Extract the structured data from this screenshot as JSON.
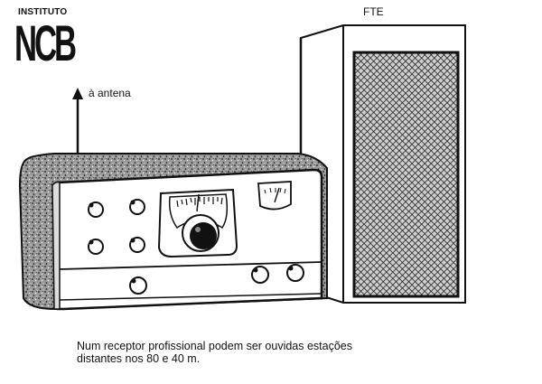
{
  "logo": {
    "top_text": "INSTITUTO",
    "main_text": "NCB"
  },
  "labels": {
    "speaker": "FTE",
    "antenna": "à antena"
  },
  "caption": {
    "line1": "Num receptor profissional podem ser ouvidas estações",
    "line2": "distantes nos 80 e 40 m."
  }
}
